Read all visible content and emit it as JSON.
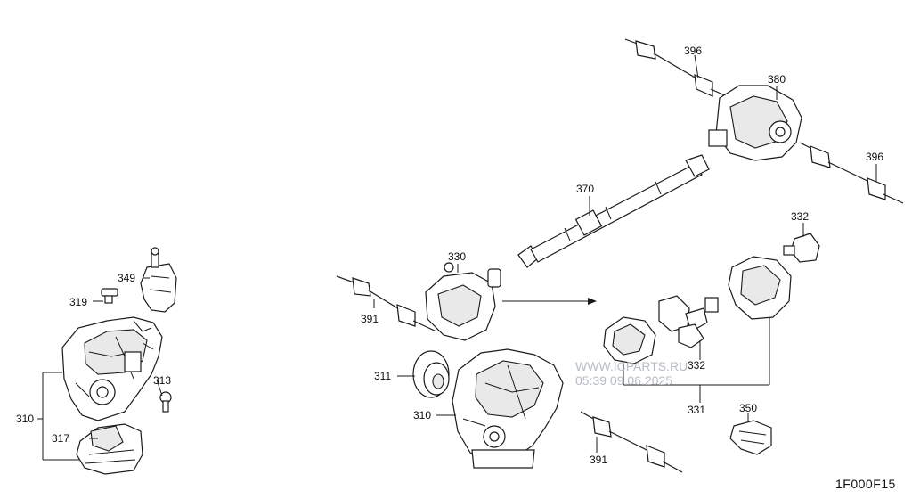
{
  "parts": {
    "p396a": "396",
    "p380": "380",
    "p396b": "396",
    "p370": "370",
    "p332a": "332",
    "p349": "349",
    "p330": "330",
    "p319": "319",
    "p391a": "391",
    "p311": "311",
    "p313": "313",
    "p310a": "310",
    "p310b": "310",
    "p332b": "332",
    "p331": "331",
    "p350": "350",
    "p317": "317",
    "p391b": "391"
  },
  "watermark": {
    "site": "WWW.ICPARTS.RU",
    "timestamp": "05:39 09.06.2025"
  },
  "diagram_code": "1F000F15"
}
